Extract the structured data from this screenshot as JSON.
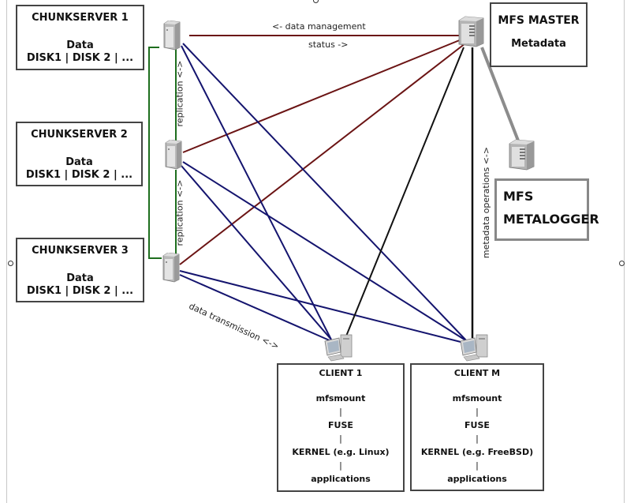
{
  "title": "MooseFS architecture",
  "chunkservers": [
    {
      "title": "CHUNKSERVER 1",
      "data": "Data",
      "disks": "DISK1 | DISK 2 | ..."
    },
    {
      "title": "CHUNKSERVER 2",
      "data": "Data",
      "disks": "DISK1 | DISK 2 | ..."
    },
    {
      "title": "CHUNKSERVER 3",
      "data": "Data",
      "disks": "DISK1 | DISK 2 | ..."
    }
  ],
  "master": {
    "title": "MFS MASTER",
    "subtitle": "Metadata"
  },
  "metalogger": {
    "line1": "MFS",
    "line2": "METALOGGER"
  },
  "clients": [
    {
      "title": "CLIENT 1",
      "stack": [
        "mfsmount",
        "FUSE",
        "KERNEL (e.g. Linux)",
        "applications"
      ],
      "separator": "|"
    },
    {
      "title": "CLIENT M",
      "stack": [
        "mfsmount",
        "FUSE",
        "KERNEL (e.g. FreeBSD)",
        "applications"
      ],
      "separator": "|"
    }
  ],
  "edge_labels": {
    "data_management": "<- data management",
    "status": "status ->",
    "replication_1": "replication <->",
    "replication_2": "replication <->",
    "data_transmission": "data transmission <->",
    "metadata_operations": "metadata operations <->"
  },
  "colors": {
    "master_chunk_link": "#6b1414",
    "data_link": "#14146e",
    "metadata_link": "#111111",
    "metalogger_link": "#8c8c8c",
    "replication_bracket": "#1e6e1e"
  },
  "icons": {
    "chunkserver": "server-tower-icon",
    "master": "server-tower-icon",
    "metalogger": "server-tower-icon",
    "client": "desktop-computer-icon"
  }
}
